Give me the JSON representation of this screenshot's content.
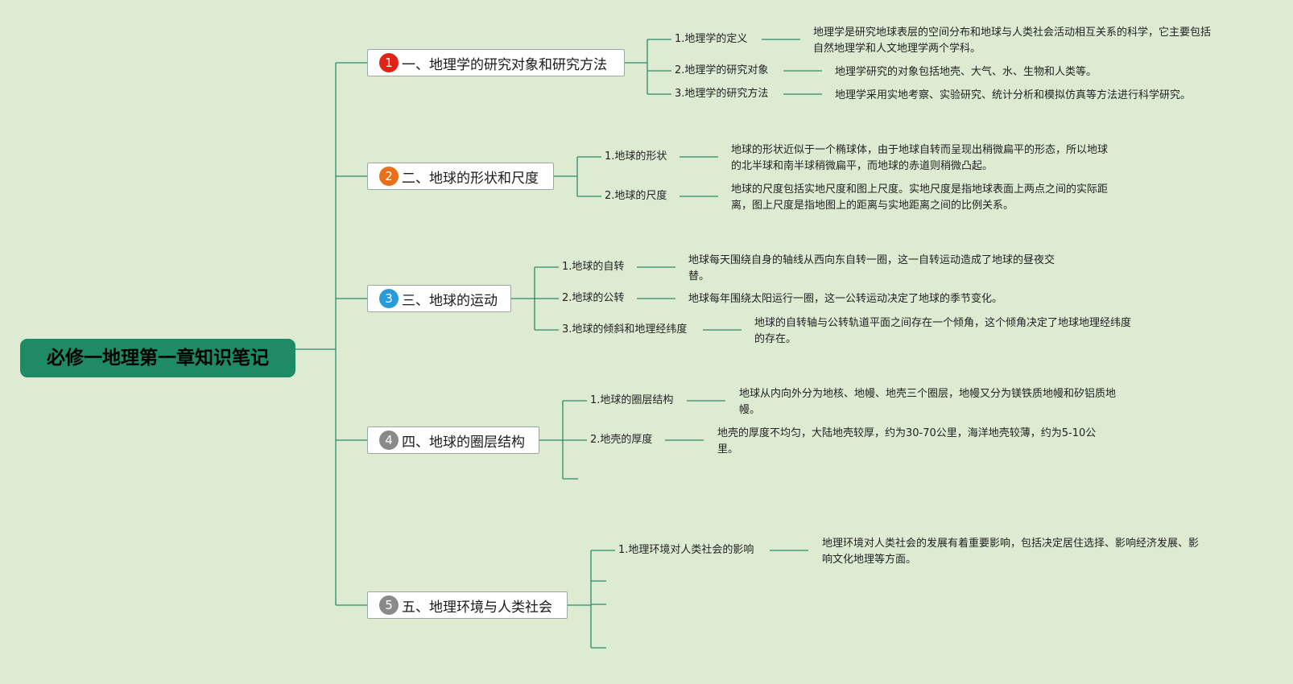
{
  "title": "必修一地理第一章知识笔记",
  "colors": {
    "background": "#dcebd2",
    "root": "#1e8a66",
    "connector": "#2e8b6a",
    "badge1": "#e02418",
    "badge2": "#e8701a",
    "badge3": "#2a9ad8",
    "badge4": "#8a8a8a",
    "badge5": "#8a8a8a"
  },
  "topics": [
    {
      "number": "1",
      "label": "一、地理学的研究对象和研究方法",
      "subs": [
        {
          "label": "1.地理学的定义",
          "desc": "地理学是研究地球表层的空间分布和地球与人类社会活动相互关系的科学，它主要包括自然地理学和人文地理学两个学科。"
        },
        {
          "label": "2.地理学的研究对象",
          "desc": "地理学研究的对象包括地壳、大气、水、生物和人类等。"
        },
        {
          "label": "3.地理学的研究方法",
          "desc": "地理学采用实地考察、实验研究、统计分析和模拟仿真等方法进行科学研究。"
        }
      ]
    },
    {
      "number": "2",
      "label": "二、地球的形状和尺度",
      "subs": [
        {
          "label": "1.地球的形状",
          "desc": "地球的形状近似于一个椭球体，由于地球自转而呈现出稍微扁平的形态，所以地球的北半球和南半球稍微扁平，而地球的赤道则稍微凸起。"
        },
        {
          "label": "2.地球的尺度",
          "desc": "地球的尺度包括实地尺度和图上尺度。实地尺度是指地球表面上两点之间的实际距离，图上尺度是指地图上的距离与实地距离之间的比例关系。"
        }
      ]
    },
    {
      "number": "3",
      "label": "三、地球的运动",
      "subs": [
        {
          "label": "1.地球的自转",
          "desc": "地球每天围绕自身的轴线从西向东自转一圈，这一自转运动造成了地球的昼夜交替。"
        },
        {
          "label": "2.地球的公转",
          "desc": "地球每年围绕太阳运行一圈，这一公转运动决定了地球的季节变化。"
        },
        {
          "label": "3.地球的倾斜和地理经纬度",
          "desc": "地球的自转轴与公转轨道平面之间存在一个倾角，这个倾角决定了地球地理经纬度的存在。"
        }
      ]
    },
    {
      "number": "4",
      "label": "四、地球的圈层结构",
      "subs": [
        {
          "label": "1.地球的圈层结构",
          "desc": "地球从内向外分为地核、地幔、地壳三个圈层，地幔又分为镁铁质地幔和矽铝质地幔。"
        },
        {
          "label": "2.地壳的厚度",
          "desc": "地壳的厚度不均匀，大陆地壳较厚，约为30-70公里，海洋地壳较薄，约为5-10公里。"
        }
      ]
    },
    {
      "number": "5",
      "label": "五、地理环境与人类社会",
      "subs": [
        {
          "label": "1.地理环境对人类社会的影响",
          "desc": "地理环境对人类社会的发展有着重要影响，包括决定居住选择、影响经济发展、影响文化地理等方面。"
        }
      ]
    }
  ]
}
